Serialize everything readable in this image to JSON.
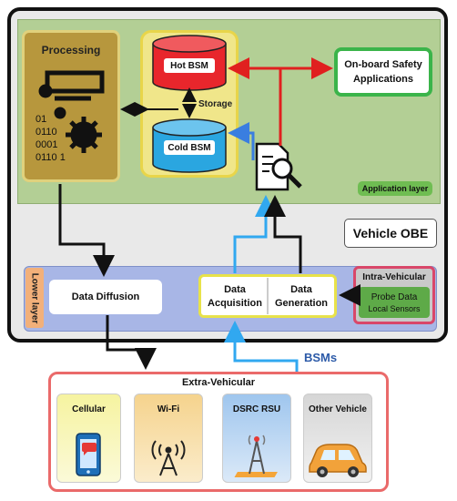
{
  "vehicle_obe": {
    "label": "Vehicle OBE"
  },
  "application_layer": {
    "label": "Application layer",
    "processing": {
      "title": "Processing",
      "binary_lines": [
        "01",
        "0110",
        "0001",
        "0110 1"
      ]
    },
    "storage": {
      "label": "Storage",
      "hot": "Hot BSM",
      "cold": "Cold BSM"
    },
    "safety": {
      "line1": "On-board Safety",
      "line2": "Applications"
    }
  },
  "lower_layer": {
    "label": "Lower layer",
    "data_diffusion": "Data Diffusion",
    "data_acquisition": {
      "line1": "Data",
      "line2": "Acquisition"
    },
    "data_generation": {
      "line1": "Data",
      "line2": "Generation"
    },
    "intra_vehicular": {
      "title": "Intra-Vehicular",
      "probe": "Probe Data",
      "sensors": "Local Sensors"
    }
  },
  "bsms_label": "BSMs",
  "extra_vehicular": {
    "title": "Extra-Vehicular",
    "cards": [
      "Cellular",
      "Wi-Fi",
      "DSRC RSU",
      "Other Vehicle"
    ]
  },
  "colors": {
    "app_layer": "#a9c98a",
    "lower_layer": "#a9b8e4",
    "processing": "#b89a3e",
    "storage": "#f0e68a",
    "hot": "#e8262c",
    "cold": "#2aa6e0",
    "red_arrow": "#e0201f",
    "blue_arrow": "#3a7ee0",
    "cyan_arrow": "#31a8f0"
  }
}
